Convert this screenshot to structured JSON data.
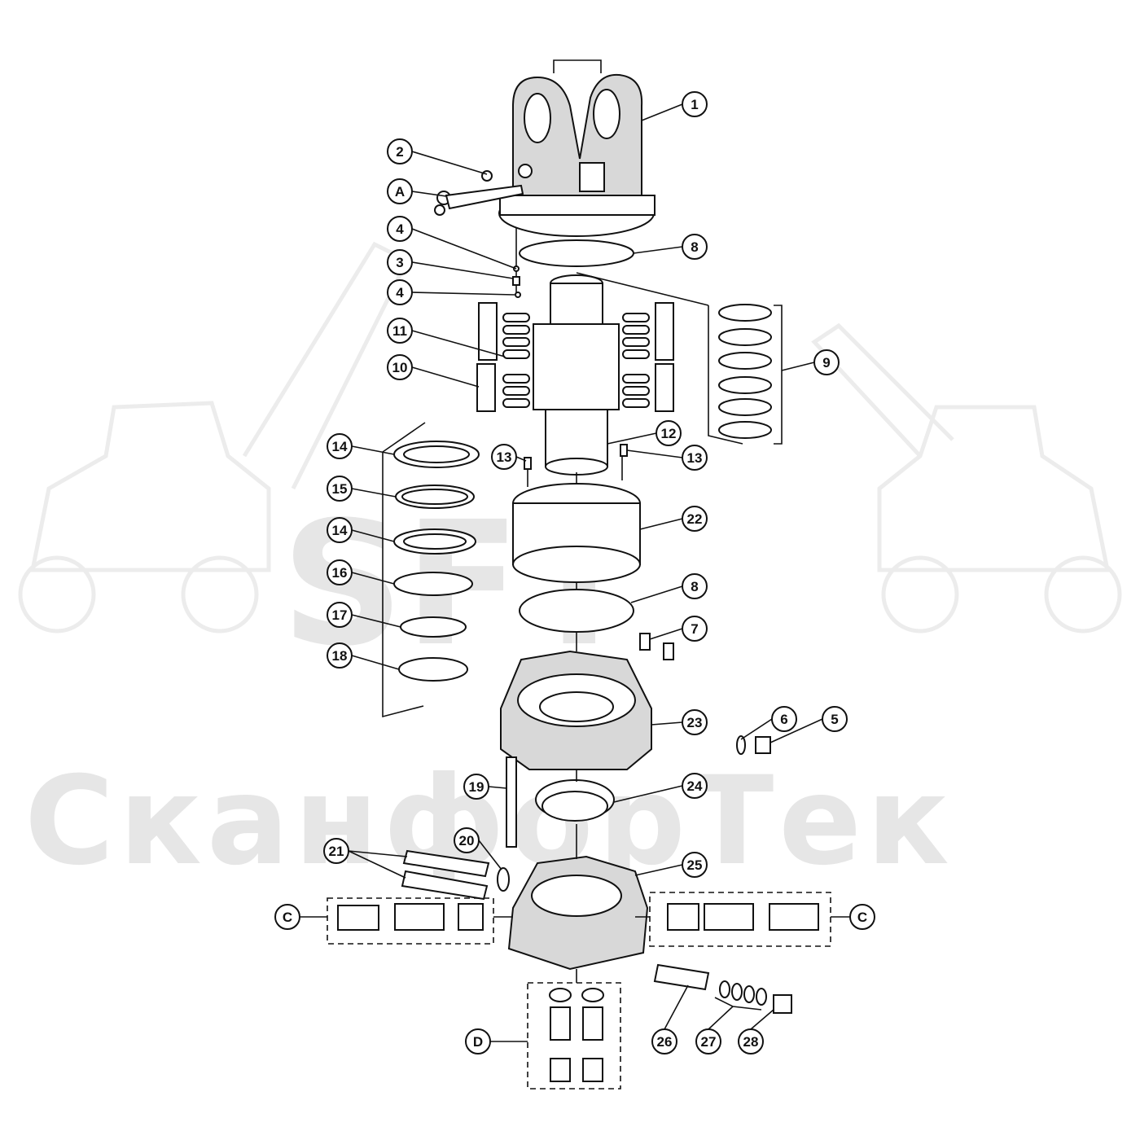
{
  "watermark": {
    "logo": "SFT",
    "text": "СканфорТек"
  },
  "callouts": [
    {
      "label": "1"
    },
    {
      "label": "2"
    },
    {
      "label": "A"
    },
    {
      "label": "4"
    },
    {
      "label": "3"
    },
    {
      "label": "4"
    },
    {
      "label": "8"
    },
    {
      "label": "9"
    },
    {
      "label": "11"
    },
    {
      "label": "10"
    },
    {
      "label": "12"
    },
    {
      "label": "13"
    },
    {
      "label": "13"
    },
    {
      "label": "14"
    },
    {
      "label": "15"
    },
    {
      "label": "14"
    },
    {
      "label": "16"
    },
    {
      "label": "17"
    },
    {
      "label": "18"
    },
    {
      "label": "22"
    },
    {
      "label": "8"
    },
    {
      "label": "7"
    },
    {
      "label": "23"
    },
    {
      "label": "6"
    },
    {
      "label": "5"
    },
    {
      "label": "19"
    },
    {
      "label": "24"
    },
    {
      "label": "20"
    },
    {
      "label": "21"
    },
    {
      "label": "25"
    },
    {
      "label": "C"
    },
    {
      "label": "C"
    },
    {
      "label": "D"
    },
    {
      "label": "26"
    },
    {
      "label": "27"
    },
    {
      "label": "28"
    }
  ]
}
